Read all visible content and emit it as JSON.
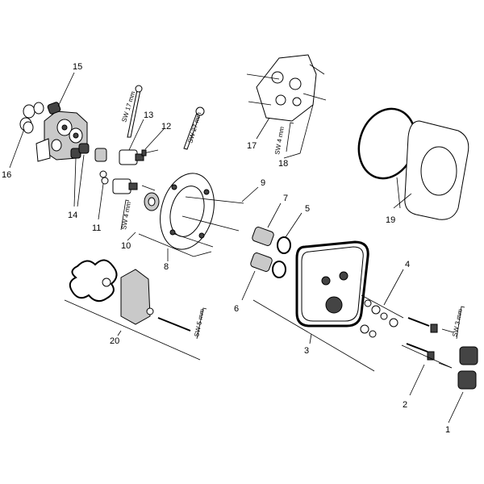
{
  "callouts": {
    "c1": "1",
    "c2": "2",
    "c3": "3",
    "c4": "4",
    "c5": "5",
    "c6": "6",
    "c7": "7",
    "c8": "8",
    "c9": "9",
    "c10": "10",
    "c11": "11",
    "c12": "12",
    "c13": "13",
    "c14": "14",
    "c15": "15",
    "c16": "16",
    "c17": "17",
    "c18": "18",
    "c19": "19",
    "c20": "20"
  },
  "wrench_labels": {
    "sw17": "SW 17 mm",
    "sw27": "SW 27 mm",
    "sw4_left": "SW 4 mm",
    "sw4_top": "SW 4 mm",
    "sw3": "SW 3 mm",
    "sw5": "SW 5 mm"
  }
}
